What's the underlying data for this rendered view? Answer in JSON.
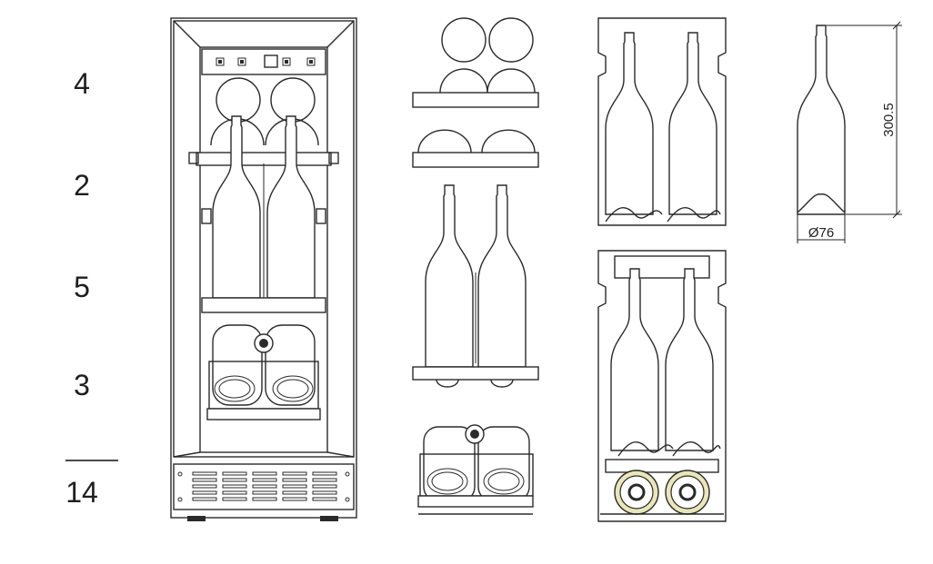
{
  "counts": {
    "top_zone": "4",
    "upper_shelf": "2",
    "middle_zone": "5",
    "bottom_zone": "3",
    "total": "14"
  },
  "dimensions": {
    "bottle_height": "300.5",
    "bottle_diameter": "Ø76"
  },
  "colors": {
    "line": "#2a2a2a",
    "background": "#ffffff",
    "bottle_cap_accent": "#d8d27a"
  }
}
